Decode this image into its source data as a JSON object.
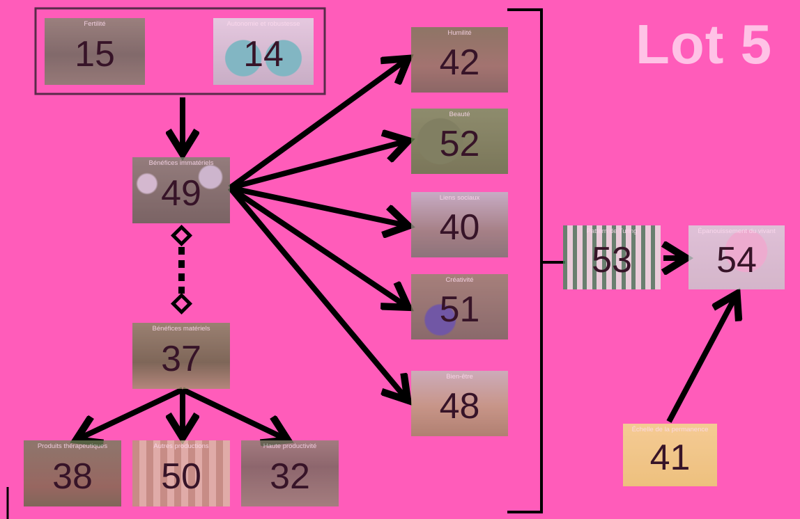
{
  "lot_label": "Lot 5",
  "colors": {
    "background": "#ff5cba",
    "arrow": "#000000",
    "lot_text": "#ffc2e6"
  },
  "cards": {
    "c15": {
      "title": "Fertilité",
      "number": "15"
    },
    "c14": {
      "title": "Autonomie et robustesse",
      "number": "14"
    },
    "c49": {
      "title": "Bénéfices immatériels",
      "number": "49"
    },
    "c37": {
      "title": "Bénéfices matériels",
      "number": "37"
    },
    "c38": {
      "title": "Produits thérapeutiques",
      "number": "38"
    },
    "c50": {
      "title": "Autres productions",
      "number": "50"
    },
    "c32": {
      "title": "Haute productivité",
      "number": "32"
    },
    "c42": {
      "title": "Humilité",
      "number": "42"
    },
    "c52": {
      "title": "Beauté",
      "number": "52"
    },
    "c40": {
      "title": "Liens sociaux",
      "number": "40"
    },
    "c51": {
      "title": "Créativité",
      "number": "51"
    },
    "c48": {
      "title": "Bien-être",
      "number": "48"
    },
    "c53": {
      "title": "Pattern de Turing",
      "number": "53"
    },
    "c54": {
      "title": "Épanouissement du vivant",
      "number": "54"
    },
    "c41": {
      "title": "Échelle de la permanence",
      "number": "41"
    }
  }
}
